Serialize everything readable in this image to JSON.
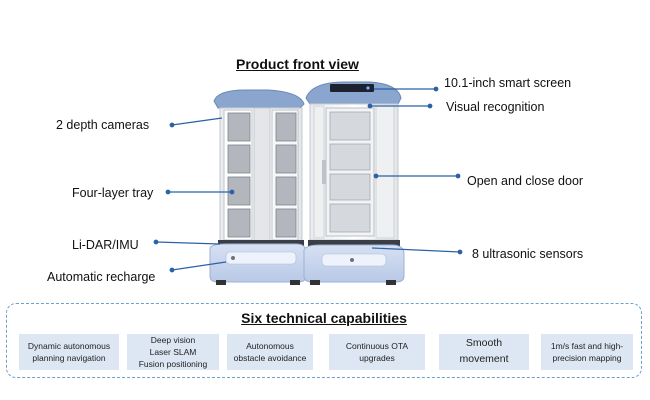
{
  "title": "Product front view",
  "labels": {
    "smart_screen": "10.1-inch smart screen",
    "visual_recognition": "Visual recognition",
    "depth_cameras": "2 depth cameras",
    "four_layer_tray": "Four-layer tray",
    "open_close_door": "Open and close door",
    "lidar_imu": "Li-DAR/IMU",
    "ultrasonic": "8 ultrasonic sensors",
    "recharge": "Automatic recharge"
  },
  "capabilities": {
    "title": "Six technical capabilities",
    "items": [
      {
        "line1": "Dynamic autonomous",
        "line2": "planning navigation",
        "line3": ""
      },
      {
        "line1": "Deep vision",
        "line2": "Laser SLAM",
        "line3": "Fusion positioning"
      },
      {
        "line1": "Autonomous",
        "line2": "obstacle avoidance",
        "line3": ""
      },
      {
        "line1": "Continuous OTA",
        "line2": "upgrades",
        "line3": ""
      },
      {
        "line1": "Smooth",
        "line2": "movement",
        "line3": ""
      },
      {
        "line1": "1m/s fast and high-",
        "line2": "precision mapping",
        "line3": ""
      }
    ]
  },
  "colors": {
    "accent": "#2b62a6",
    "robot_blue": "#8aa6cf",
    "base_blue": "#c9d6ee",
    "cap_bg": "#dde6f3",
    "frame": "#6f9ed0"
  }
}
